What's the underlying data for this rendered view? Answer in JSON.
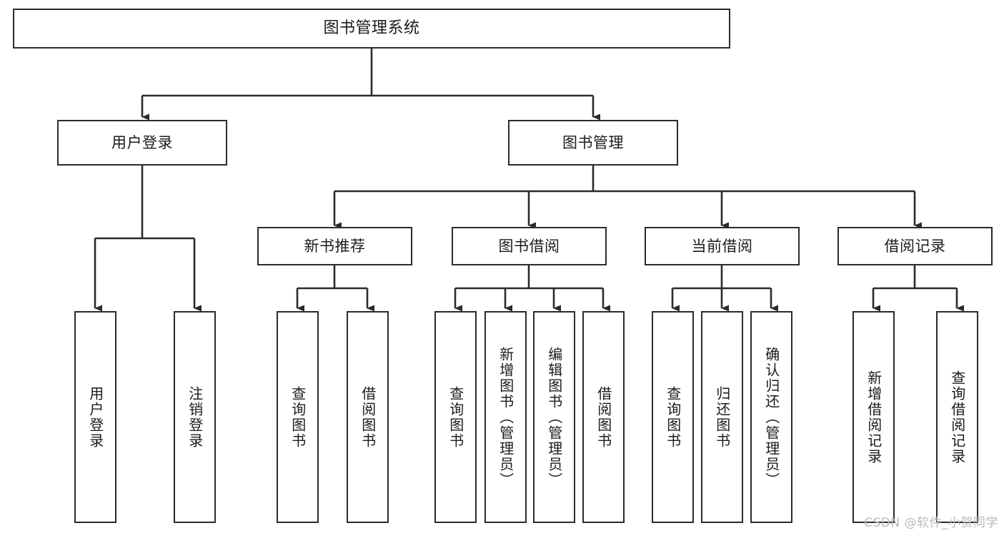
{
  "diagram": {
    "title": "图书管理系统",
    "type": "tree-hierarchy",
    "watermark": "CSDN @软件_小贺同学",
    "colors": {
      "box_stroke": "#2b2b2b",
      "box_fill": "#ffffff",
      "connector": "#2b2b2b",
      "text": "#1b1b1b",
      "background": "#ffffff",
      "watermark": "#b9b9b9"
    },
    "nodes": {
      "root": {
        "label": "图书管理系统"
      },
      "level2": [
        {
          "label": "用户登录"
        },
        {
          "label": "图书管理"
        }
      ],
      "level3": [
        {
          "label": "新书推荐"
        },
        {
          "label": "图书借阅"
        },
        {
          "label": "当前借阅"
        },
        {
          "label": "借阅记录"
        }
      ],
      "leaves": [
        {
          "label": "用户登录"
        },
        {
          "label": "注销登录"
        },
        {
          "label": "查询图书"
        },
        {
          "label": "借阅图书"
        },
        {
          "label": "查询图书"
        },
        {
          "label": "新增图书（管理员）"
        },
        {
          "label": "编辑图书（管理员）"
        },
        {
          "label": "借阅图书"
        },
        {
          "label": "查询图书"
        },
        {
          "label": "归还图书"
        },
        {
          "label": "确认归还（管理员）"
        },
        {
          "label": "新增借阅记录"
        },
        {
          "label": "查询借阅记录"
        }
      ]
    },
    "edges": [
      {
        "from": "图书管理系统",
        "to": "用户登录"
      },
      {
        "from": "图书管理系统",
        "to": "图书管理"
      },
      {
        "from": "用户登录",
        "to": "用户登录"
      },
      {
        "from": "用户登录",
        "to": "注销登录"
      },
      {
        "from": "图书管理",
        "to": "新书推荐"
      },
      {
        "from": "图书管理",
        "to": "图书借阅"
      },
      {
        "from": "图书管理",
        "to": "当前借阅"
      },
      {
        "from": "图书管理",
        "to": "借阅记录"
      },
      {
        "from": "新书推荐",
        "to": "查询图书"
      },
      {
        "from": "新书推荐",
        "to": "借阅图书"
      },
      {
        "from": "图书借阅",
        "to": "查询图书"
      },
      {
        "from": "图书借阅",
        "to": "新增图书（管理员）"
      },
      {
        "from": "图书借阅",
        "to": "编辑图书（管理员）"
      },
      {
        "from": "图书借阅",
        "to": "借阅图书"
      },
      {
        "from": "当前借阅",
        "to": "查询图书"
      },
      {
        "from": "当前借阅",
        "to": "归还图书"
      },
      {
        "from": "当前借阅",
        "to": "确认归还（管理员）"
      },
      {
        "from": "借阅记录",
        "to": "新增借阅记录"
      },
      {
        "from": "借阅记录",
        "to": "查询借阅记录"
      }
    ]
  }
}
